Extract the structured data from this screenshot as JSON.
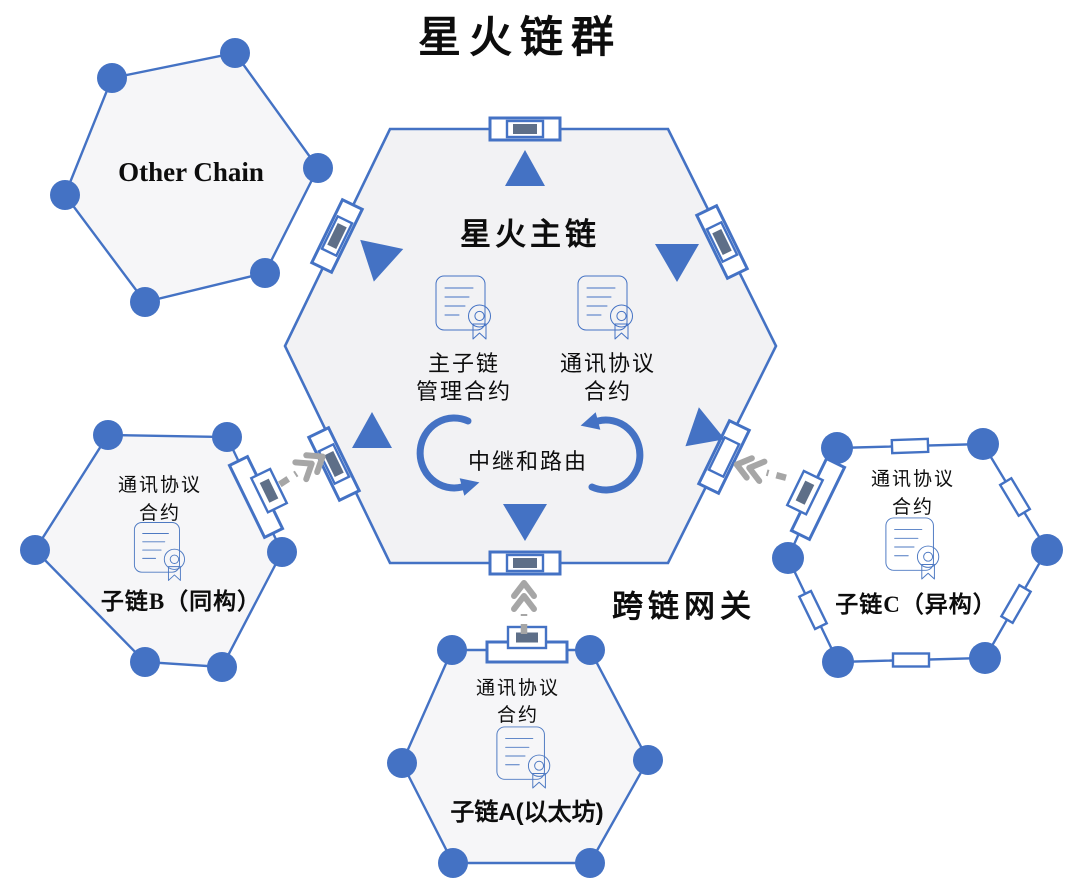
{
  "title": "星火链群",
  "main_chain": {
    "name": "星火主链",
    "contracts": [
      {
        "line1": "主子链",
        "line2": "管理合约"
      },
      {
        "line1": "通讯协议",
        "line2": "合约"
      }
    ],
    "relay_label": "中继和路由"
  },
  "gateway_label": "跨链网关",
  "other_chain": {
    "name": "Other Chain"
  },
  "subchains": [
    {
      "id": "B",
      "contract_line1": "通讯协议",
      "contract_line2": "合约",
      "name": "子链B（同构）"
    },
    {
      "id": "C",
      "contract_line1": "通讯协议",
      "contract_line2": "合约",
      "name": "子链C（异构）"
    },
    {
      "id": "A",
      "contract_line1": "通讯协议",
      "contract_line2": "合约",
      "name": "子链A(以太坊)"
    }
  ],
  "icons": {
    "contract_icon": "certificate-document",
    "gateway_icon": "cross-chain-gateway-widget",
    "relay_icon": "circular-arrows",
    "node_icon": "blockchain-node-circle",
    "flow_icon": "triangle-arrow",
    "link_icon": "chain-link-rect",
    "dashed_arrow_icon": "gray-dashed-chevron-arrow"
  },
  "colors": {
    "primary_blue": "#4472C4",
    "hexagon_fill": "#f2f2f4",
    "sub_hexagon_fill": "#f6f6f8",
    "arrow_gray": "#a6a6a6",
    "gateway_bar": "#5e6f88",
    "text_black": "#0d0d0d"
  }
}
